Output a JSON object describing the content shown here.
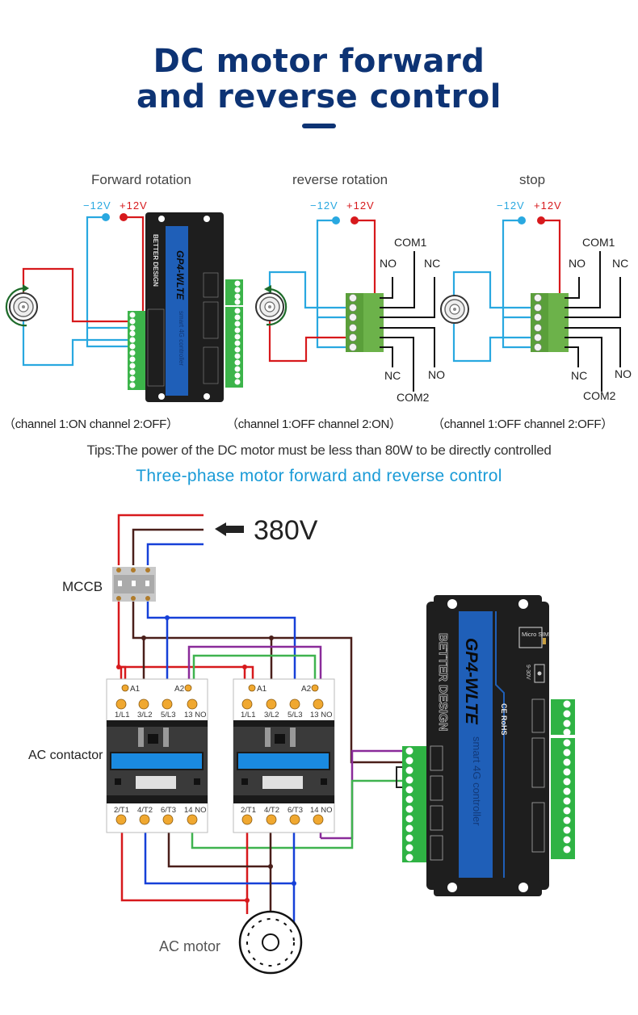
{
  "header": {
    "title_line1": "DC motor forward",
    "title_line2": "and reverse control"
  },
  "dc_section": {
    "panels": [
      {
        "caption": "Forward rotation",
        "neg_label": "−12V",
        "pos_label": "+12V",
        "channel_state": "（channel 1:ON   channel 2:OFF）"
      },
      {
        "caption": "reverse rotation",
        "neg_label": "−12V",
        "pos_label": "+12V",
        "channel_state": "（channel 1:OFF   channel 2:ON）"
      },
      {
        "caption": "stop",
        "neg_label": "−12V",
        "pos_label": "+12V",
        "channel_state": "（channel 1:OFF   channel 2:OFF）"
      }
    ],
    "relay_labels": {
      "com1": "COM1",
      "no_top": "NO",
      "nc_top": "NC",
      "nc_bottom": "NC",
      "no_bottom": "NO",
      "com2": "COM2"
    },
    "tips": "Tips:The power of the DC motor must be less than 80W to be directly controlled"
  },
  "three_phase_section": {
    "subtitle": "Three-phase motor forward and reverse control",
    "supply_label": "380V",
    "breaker_label": "MCCB",
    "contactor_label": "AC contactor",
    "motor_label": "AC motor",
    "contactor_top_terminals": [
      "1/L1",
      "3/L2",
      "5/L3",
      "13 NO"
    ],
    "contactor_bottom_terminals": [
      "2/T1",
      "4/T2",
      "6/T3",
      "14 NO"
    ],
    "coil_terminals": [
      "A1",
      "A2"
    ]
  },
  "controller": {
    "brand": "BETTER DESIGN",
    "model": "GP4-WLTE",
    "subtitle": "smart 4G controller",
    "sim_label": "Micro SIM",
    "power_label": "9-30V",
    "cert_label": "CE RoHS"
  },
  "colors": {
    "title_blue": "#0d3374",
    "subtitle_cyan": "#1a9bd7",
    "wire_red": "#d7191c",
    "wire_lightblue": "#29a8e0",
    "wire_blue": "#1640d8",
    "wire_brown": "#4a1f1a",
    "wire_purple": "#8a2b9a",
    "wire_green": "#3fb34f",
    "terminal_green": "#3cb44a",
    "controller_body": "#1e1e1e",
    "controller_stripe": "#1f5fb8"
  }
}
